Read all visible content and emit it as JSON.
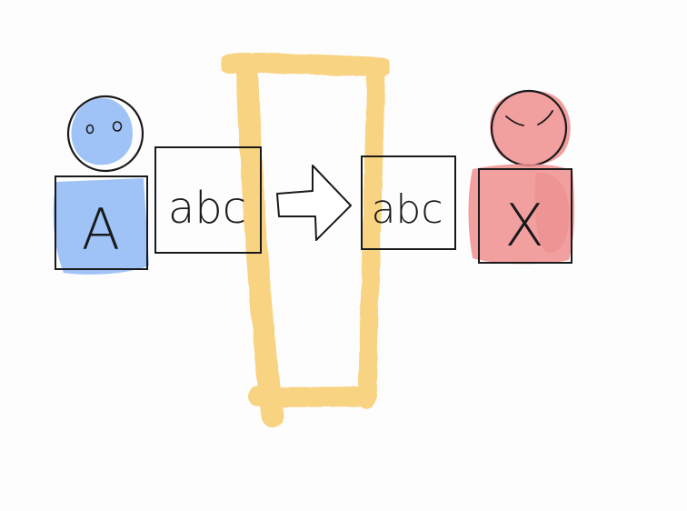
{
  "diagram": {
    "sender": {
      "letter": "A",
      "color": "#9fc3f7"
    },
    "receiver": {
      "letter": "X",
      "color": "#ef8e8e"
    },
    "message_left": "abc",
    "message_right": "abc",
    "channel_color": "#f7c65a",
    "arrow_icon": "right-arrow-icon"
  }
}
